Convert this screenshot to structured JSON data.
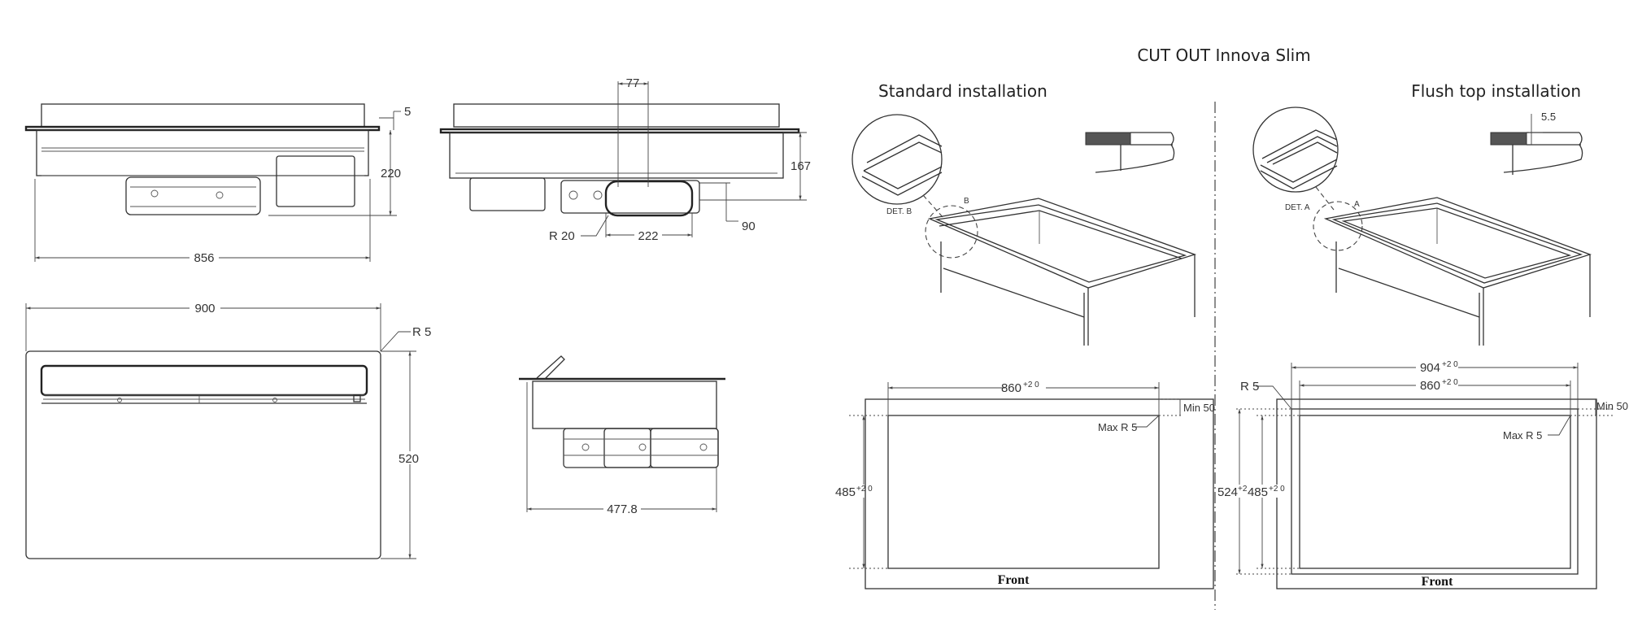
{
  "title": "CUT OUT Innova Slim",
  "sections": {
    "standard": "Standard installation",
    "flush": "Flush top installation"
  },
  "side_view": {
    "d5": "5",
    "d220": "220",
    "d856": "856"
  },
  "front_view": {
    "d77": "77",
    "d167": "167",
    "d90": "90",
    "d222": "222",
    "r20": "R 20"
  },
  "top_view": {
    "d900": "900",
    "r5": "R 5",
    "d520": "520"
  },
  "mid_view": {
    "d477": "477.8"
  },
  "standard_cutout": {
    "det": "DET. B",
    "callout": "B",
    "width": "860",
    "width_tol": "+2 0",
    "depth": "485",
    "depth_tol": "+2 0",
    "min": "Min 50",
    "radius": "Max R  5",
    "front": "Front"
  },
  "flush_cutout": {
    "det": "DET. A",
    "callout": "A",
    "d55": "5.5",
    "outer_width": "904",
    "outer_width_tol": "+2 0",
    "width": "860",
    "width_tol": "+2 0",
    "outer_depth": "524",
    "outer_depth_tol": "+2 0",
    "depth": "485",
    "depth_tol": "+2 0",
    "r5": "R 5",
    "min": "Min 50",
    "radius": "Max R  5",
    "front": "Front"
  }
}
